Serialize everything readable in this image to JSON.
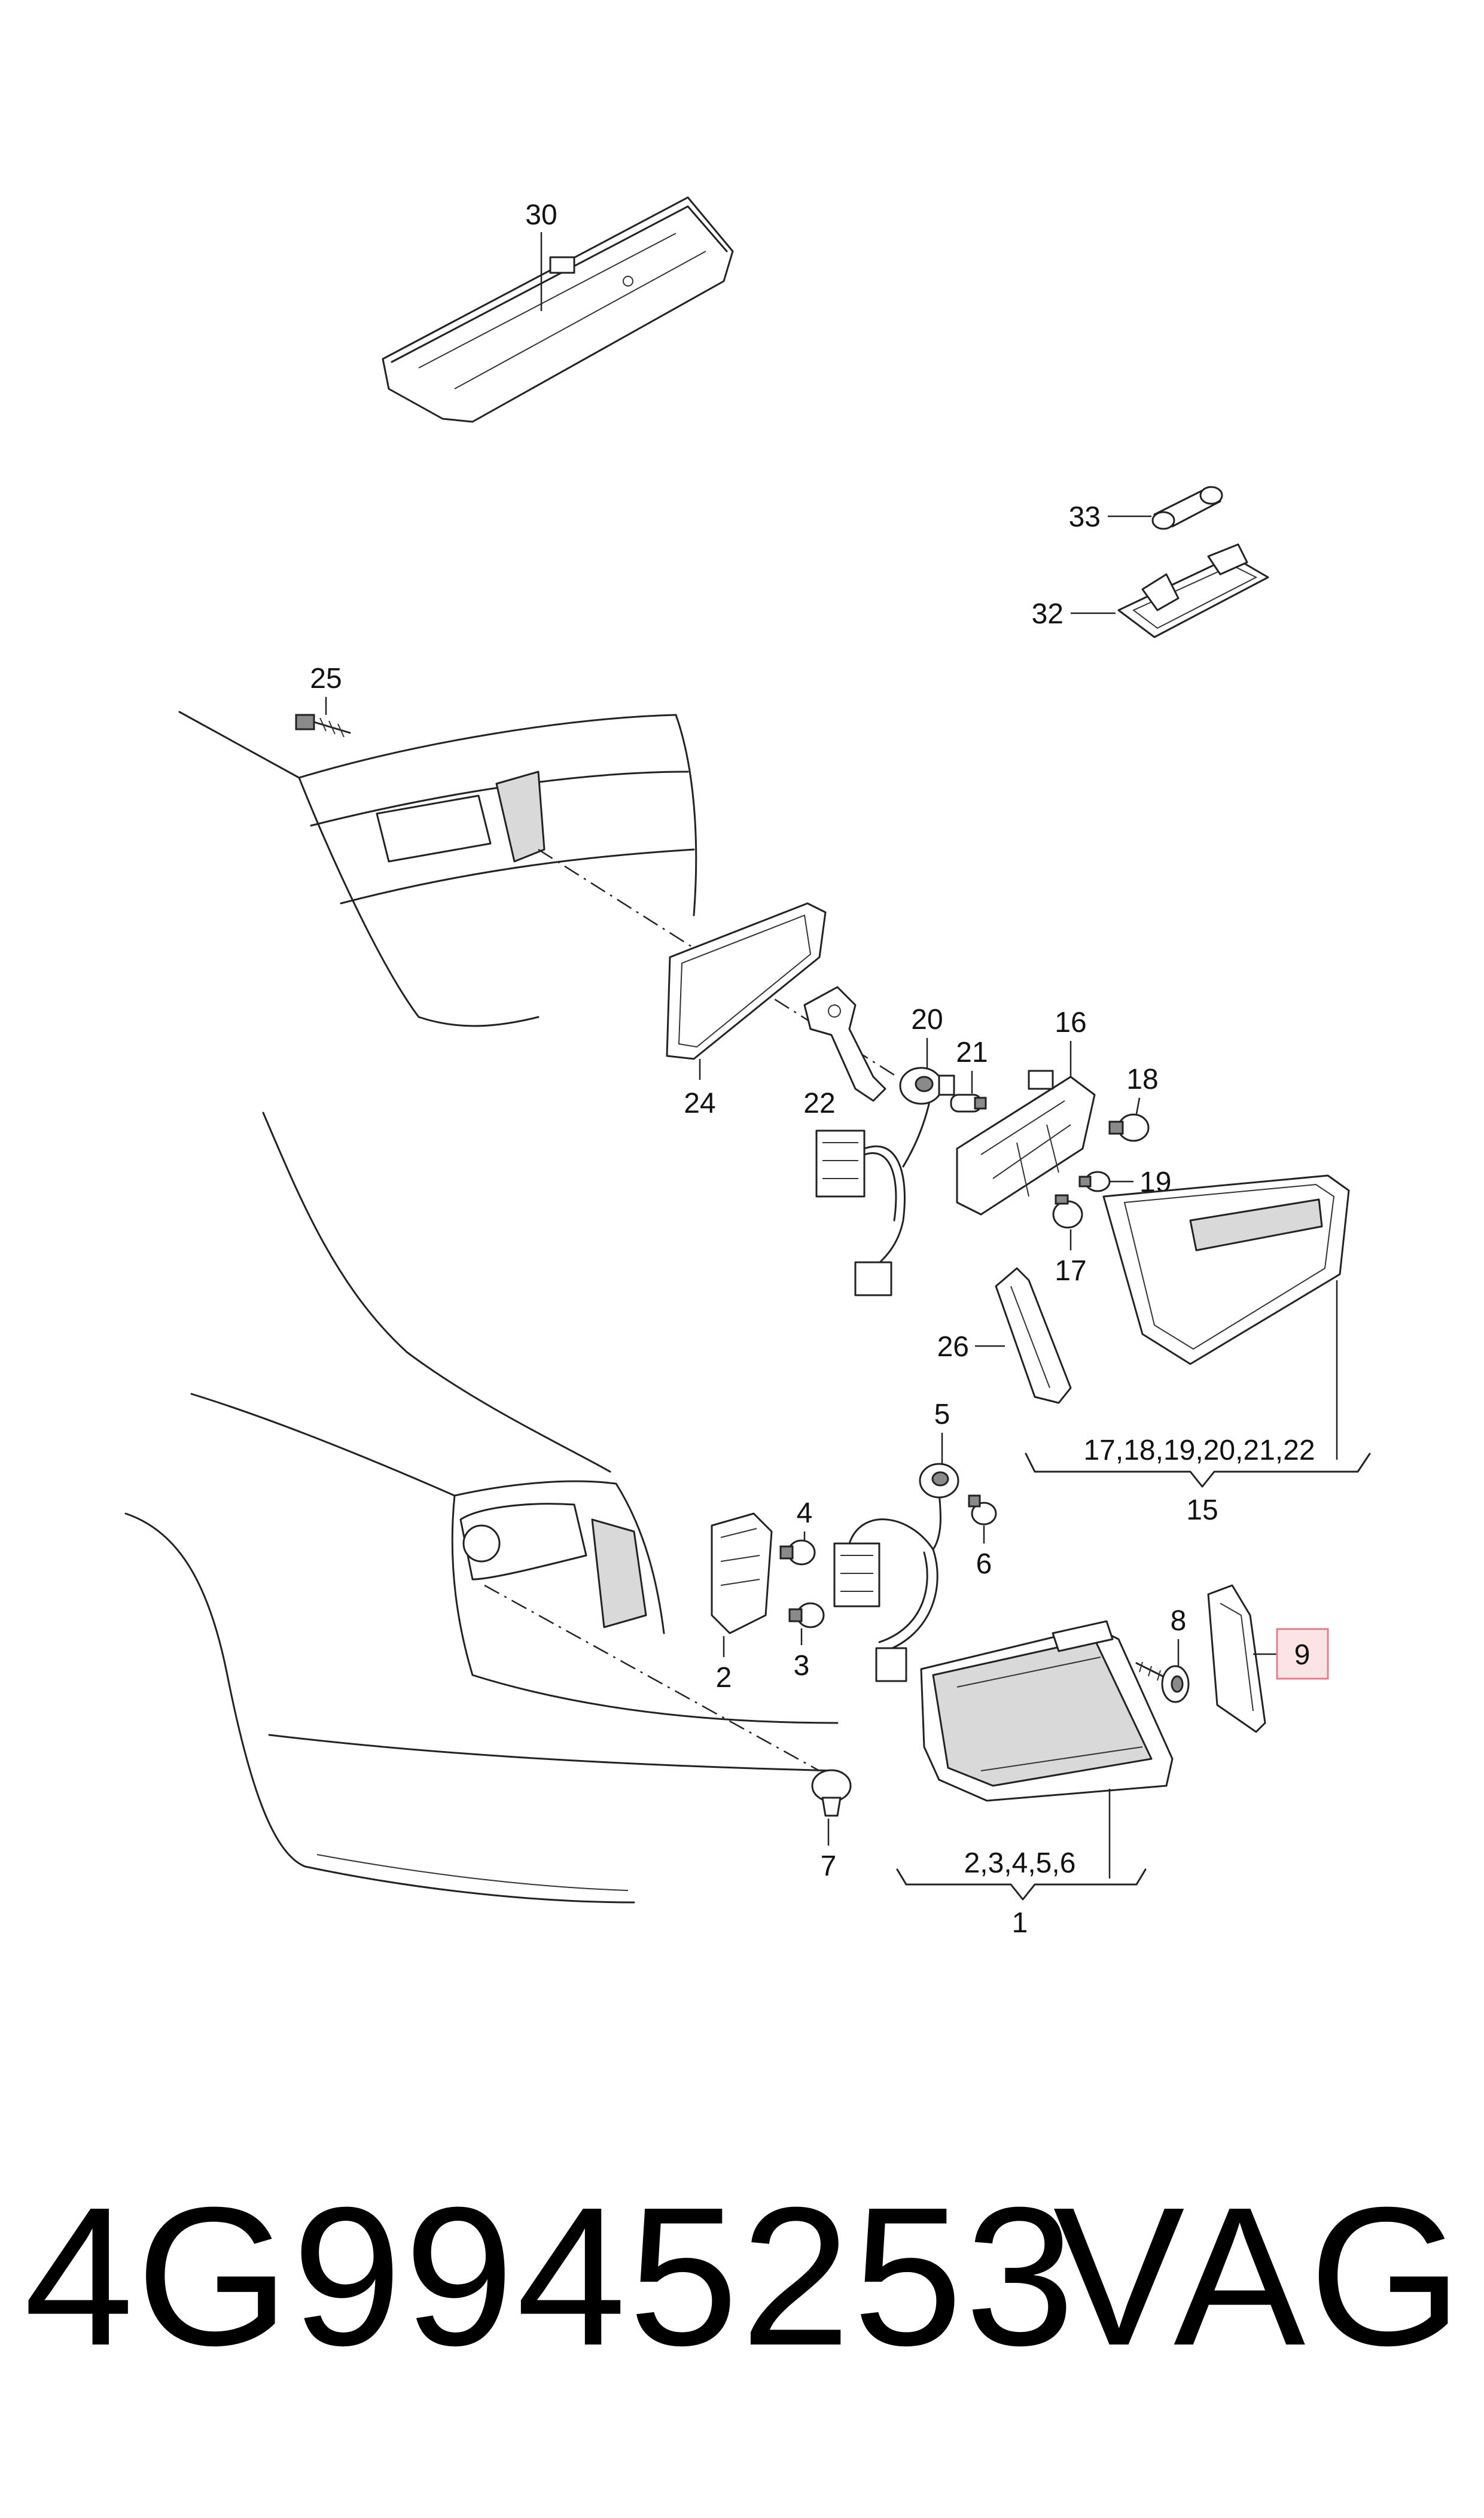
{
  "callouts": {
    "c30": "30",
    "c33": "33",
    "c32": "32",
    "c25": "25",
    "c24": "24",
    "c22": "22",
    "c20": "20",
    "c21": "21",
    "c16": "16",
    "c18": "18",
    "c19": "19",
    "c17": "17",
    "c26": "26",
    "c15group": "17,18,19,20,21,22",
    "c15": "15",
    "c5": "5",
    "c4": "4",
    "c2": "2",
    "c3": "3",
    "c6": "6",
    "c8": "8",
    "c9": "9",
    "c7": "7",
    "c1group": "2,3,4,5,6",
    "c1": "1"
  },
  "highlighted_callout": "9",
  "colors": {
    "highlight_fill": "#fbe3e6",
    "highlight_border": "#e0808c"
  },
  "footer": {
    "part_number": "4G9945253",
    "brand": "VAG"
  }
}
